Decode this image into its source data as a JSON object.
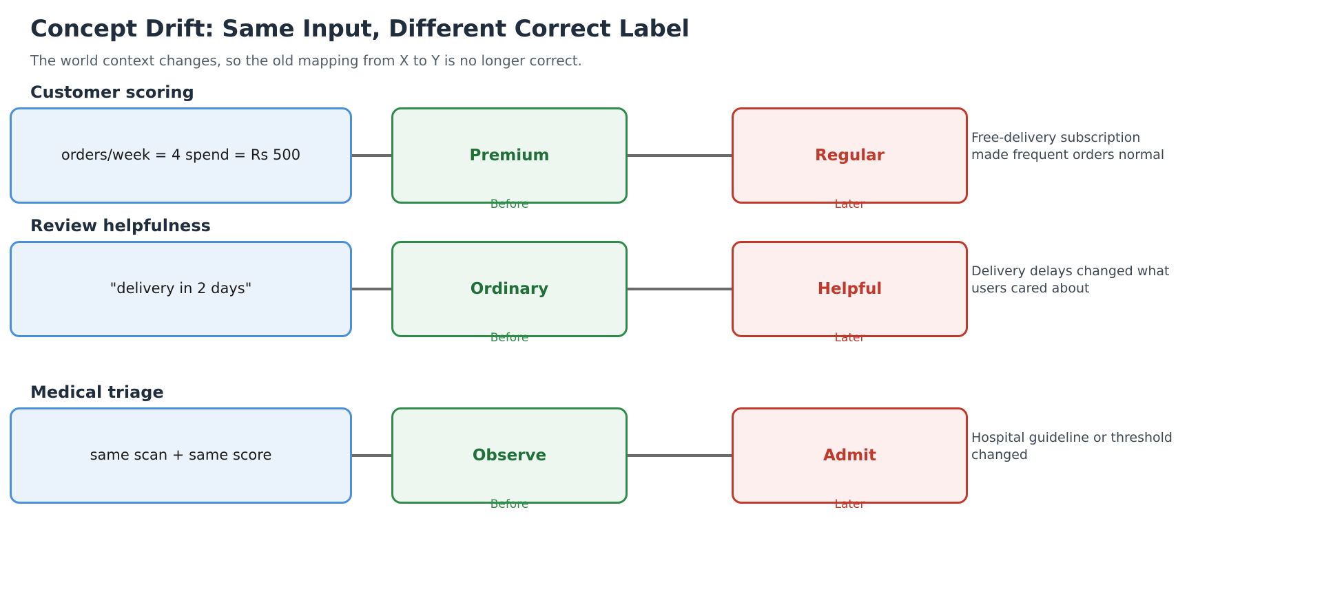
{
  "header": {
    "title": "Concept Drift: Same Input, Different Correct Label",
    "subtitle": "The world context changes, so the old mapping from X to Y is no longer correct."
  },
  "labels": {
    "before": "Before",
    "later": "Later"
  },
  "colors": {
    "input_border": "#4a90d9",
    "input_fill": "#eaf2fc",
    "before_border": "#2e8b49",
    "before_fill": "#edf7ef",
    "before_text": "#20703a",
    "later_border": "#c0392b",
    "later_fill": "#fdefee",
    "later_text": "#c0392b",
    "arrow": "#6b6b6b",
    "title_text": "#1f2d3d",
    "subtitle_text": "#555f6b",
    "annotation_text": "#3e4752"
  },
  "rows": [
    {
      "title": "Customer scoring",
      "input": "orders/week = 4\nspend = Rs 500",
      "before": "Premium",
      "later": "Regular",
      "annotation": "Free-delivery subscription\nmade frequent orders normal"
    },
    {
      "title": "Review helpfulness",
      "input": "\"delivery in 2 days\"",
      "before": "Ordinary",
      "later": "Helpful",
      "annotation": "Delivery delays changed what\nusers cared about"
    },
    {
      "title": "Medical triage",
      "input": "same scan +\nsame score",
      "before": "Observe",
      "later": "Admit",
      "annotation": "Hospital guideline or threshold\nchanged"
    }
  ]
}
